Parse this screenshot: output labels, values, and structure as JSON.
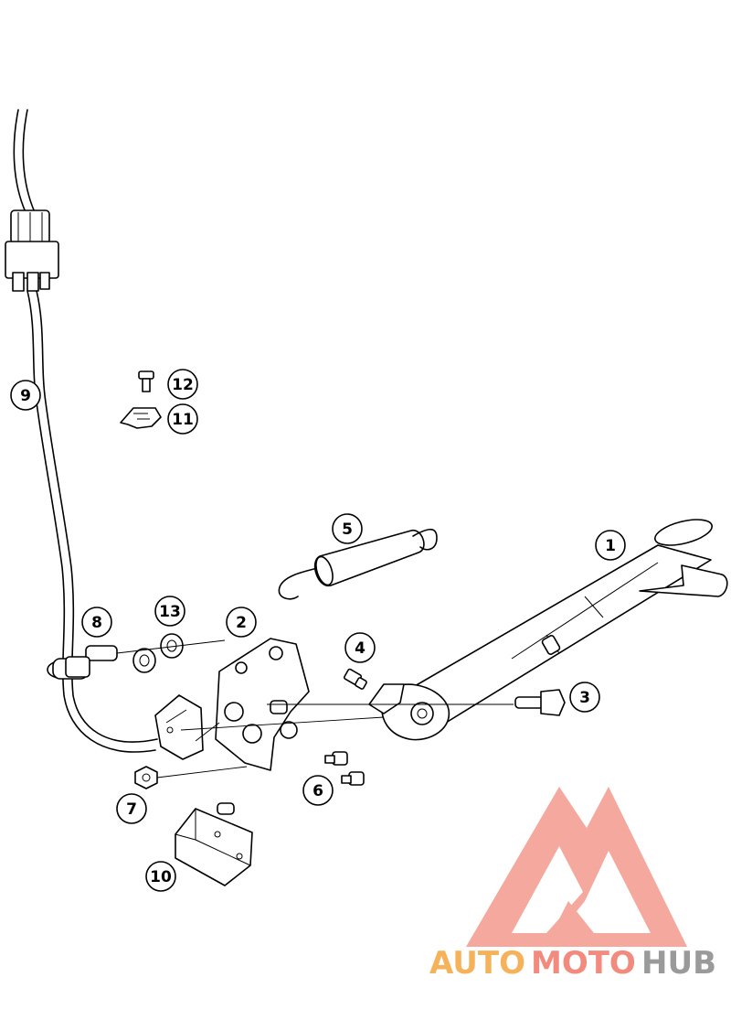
{
  "callouts": [
    {
      "id": "1",
      "label": "1"
    },
    {
      "id": "2",
      "label": "2"
    },
    {
      "id": "3",
      "label": "3"
    },
    {
      "id": "4",
      "label": "4"
    },
    {
      "id": "5",
      "label": "5"
    },
    {
      "id": "6",
      "label": "6"
    },
    {
      "id": "7",
      "label": "7"
    },
    {
      "id": "8",
      "label": "8"
    },
    {
      "id": "9",
      "label": "9"
    },
    {
      "id": "10",
      "label": "10"
    },
    {
      "id": "11",
      "label": "11"
    },
    {
      "id": "12",
      "label": "12"
    },
    {
      "id": "13",
      "label": "13"
    }
  ],
  "watermark": {
    "text_auto": "AUTO",
    "text_moto": "MOTO",
    "text_hub": "HUB",
    "colors": {
      "auto": "#f5b25a",
      "moto": "#f28b7d",
      "hub": "#9a9a9a",
      "logo": "#f28b7d"
    }
  }
}
